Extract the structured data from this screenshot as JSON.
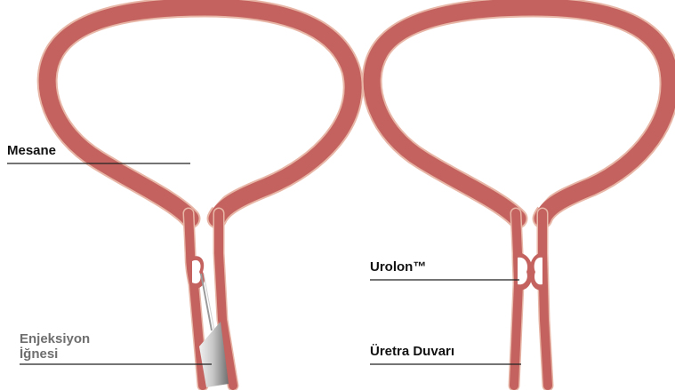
{
  "labels": {
    "bladder": "Mesane",
    "needle_line1": "Enjeksiyon",
    "needle_line2": "İğnesi",
    "implant": "Urolon™",
    "urethra_wall": "Üretra Duvarı"
  },
  "colors": {
    "tissue_fill": "#c3625e",
    "tissue_edge": "#e8b6a6",
    "implant_fill": "#ffffff",
    "needle_light": "#e4e4e4",
    "needle_dark": "#7d7d7d",
    "leader_line": "#222222",
    "background": "#ffffff"
  },
  "icons": {
    "needle": "injection-needle-icon",
    "implant": "implant-bulge-icon"
  }
}
